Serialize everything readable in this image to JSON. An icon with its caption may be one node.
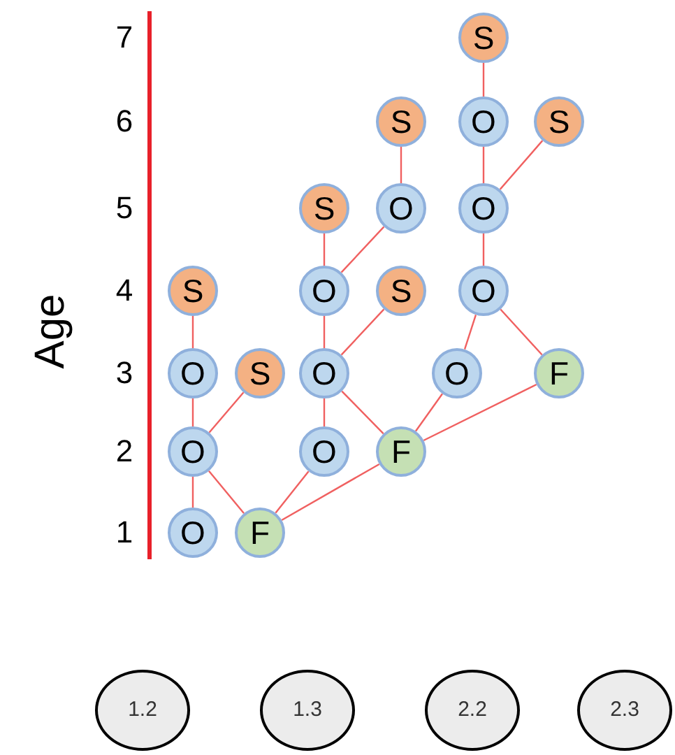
{
  "diagram": {
    "nodes": [
      {
        "text": [
          "S"
        ]
      },
      {
        "text": [
          "S"
        ]
      },
      {
        "text": [
          "O"
        ]
      },
      {
        "text": [
          "S"
        ]
      },
      {
        "text": [
          "S"
        ]
      },
      {
        "text": [
          "O"
        ]
      },
      {
        "text": [
          "O"
        ]
      },
      {
        "text": [
          "S"
        ]
      },
      {
        "text": [
          "O"
        ]
      },
      {
        "text": [
          "S"
        ]
      },
      {
        "text": [
          "O"
        ]
      },
      {
        "text": [
          "O"
        ]
      },
      {
        "text": [
          "S"
        ]
      },
      {
        "text": [
          "O"
        ]
      },
      {
        "text": [
          "O"
        ]
      },
      {
        "text": [
          "F"
        ]
      },
      {
        "text": [
          "O"
        ]
      },
      {
        "text": [
          "O"
        ]
      },
      {
        "text": [
          "F"
        ]
      },
      {
        "text": [
          "O"
        ]
      },
      {
        "text": [
          "F"
        ]
      },
      {
        "text": [
          "1.2"
        ]
      },
      {
        "text": [
          "1.3"
        ]
      },
      {
        "text": [
          "2.2"
        ]
      },
      {
        "text": [
          "2.3"
        ]
      }
    ],
    "edges": [
      {
        "from": 0,
        "to": 2,
        "arrow": "none"
      },
      {
        "from": 1,
        "to": 5,
        "arrow": "none"
      },
      {
        "from": 2,
        "to": 6,
        "arrow": "none"
      },
      {
        "from": 3,
        "to": 6,
        "arrow": "none"
      },
      {
        "from": 4,
        "to": 8,
        "arrow": "none"
      },
      {
        "from": 5,
        "to": 8,
        "arrow": "none"
      },
      {
        "from": 6,
        "to": 10,
        "arrow": "none"
      },
      {
        "from": 7,
        "to": 11,
        "arrow": "none"
      },
      {
        "from": 9,
        "to": 13,
        "arrow": "none"
      },
      {
        "from": 8,
        "to": 13,
        "arrow": "none"
      },
      {
        "from": 10,
        "to": 14,
        "arrow": "none"
      },
      {
        "from": 10,
        "to": 15,
        "arrow": "none"
      },
      {
        "from": 11,
        "to": 16,
        "arrow": "none"
      },
      {
        "from": 12,
        "to": 16,
        "arrow": "none"
      },
      {
        "from": 13,
        "to": 17,
        "arrow": "none"
      },
      {
        "from": 13,
        "to": 18,
        "arrow": "none"
      },
      {
        "from": 14,
        "to": 18,
        "arrow": "none"
      },
      {
        "from": 15,
        "to": 18,
        "arrow": "none"
      },
      {
        "from": 16,
        "to": 19,
        "arrow": "none"
      },
      {
        "from": 16,
        "to": 20,
        "arrow": "none"
      },
      {
        "from": 17,
        "to": 20,
        "arrow": "none"
      },
      {
        "from": 18,
        "to": 20,
        "arrow": "none"
      }
    ],
    "labels": [
      "Age",
      "7",
      "6",
      "5",
      "4",
      "3",
      "2",
      "1"
    ]
  }
}
